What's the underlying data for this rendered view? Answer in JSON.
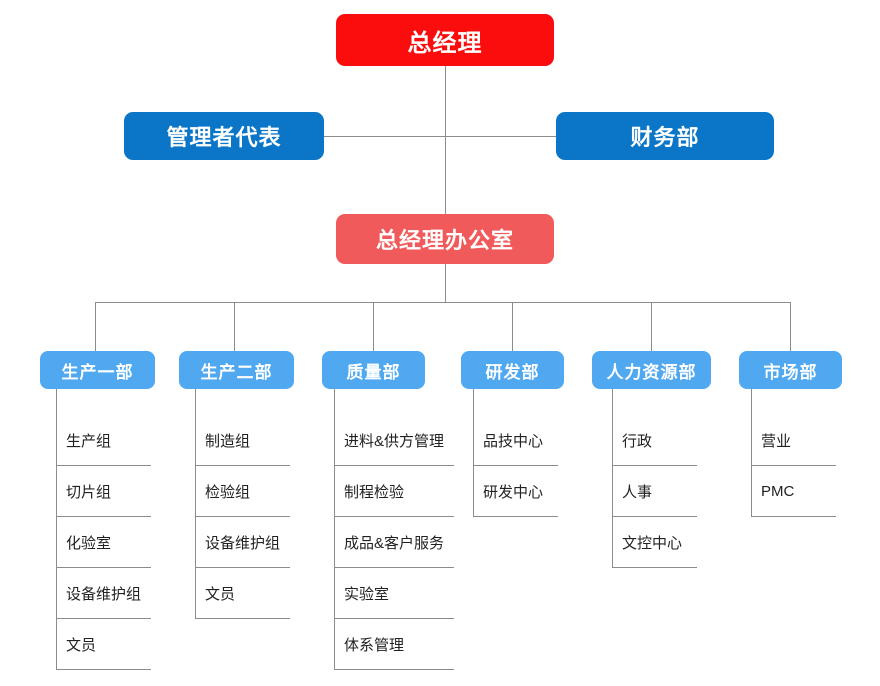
{
  "diagram": {
    "title_node": {
      "label": "总经理",
      "color": "#fc0d0d"
    },
    "staff_nodes": [
      {
        "label": "管理者代表",
        "color": "#0b76c8"
      },
      {
        "label": "财务部",
        "color": "#0b76c8"
      }
    ],
    "office_node": {
      "label": "总经理办公室",
      "color": "#f05a5a"
    },
    "departments": [
      {
        "label": "生产一部",
        "color": "#4fa8f0",
        "items": [
          "生产组",
          "切片组",
          "化验室",
          "设备维护组",
          "文员"
        ]
      },
      {
        "label": "生产二部",
        "color": "#4fa8f0",
        "items": [
          "制造组",
          "检验组",
          "设备维护组",
          "文员"
        ]
      },
      {
        "label": "质量部",
        "color": "#4fa8f0",
        "items": [
          "进料&供方管理",
          "制程检验",
          "成品&客户服务",
          "实验室",
          "体系管理"
        ]
      },
      {
        "label": "研发部",
        "color": "#4fa8f0",
        "items": [
          "品技中心",
          "研发中心"
        ]
      },
      {
        "label": "人力资源部",
        "color": "#4fa8f0",
        "items": [
          "行政",
          "人事",
          "文控中心"
        ]
      },
      {
        "label": "市场部",
        "color": "#4fa8f0",
        "items": [
          "营业",
          "PMC"
        ]
      }
    ]
  }
}
